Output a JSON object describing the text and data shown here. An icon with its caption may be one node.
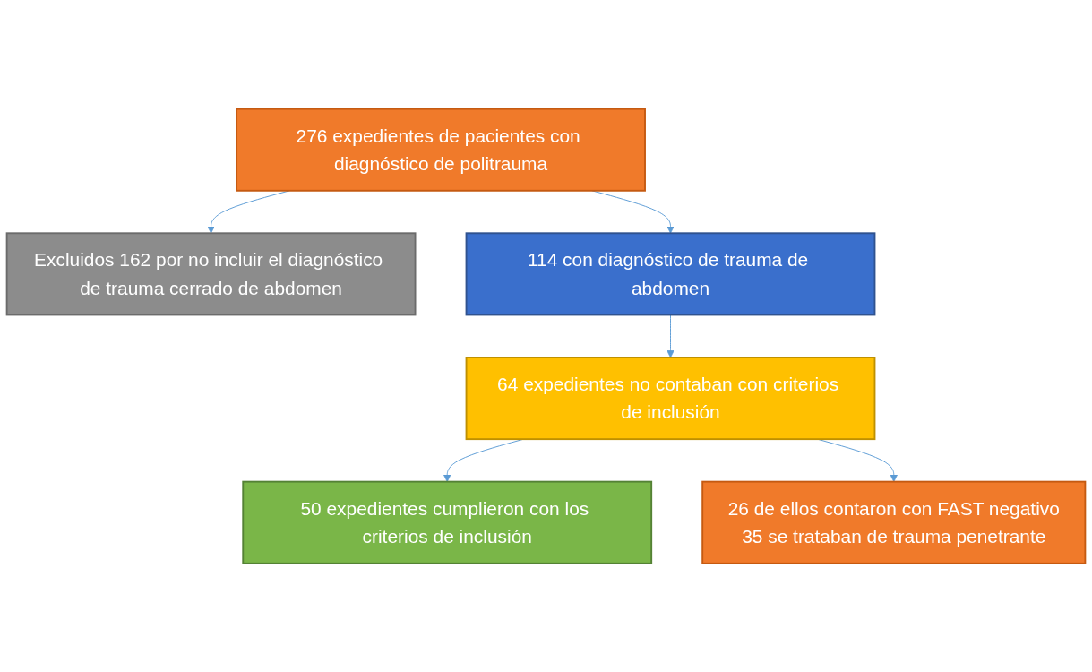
{
  "diagram": {
    "nodes": [
      {
        "text": [
          "276 expedientes de pacientes con diagnóstico de politrauma"
        ]
      },
      {
        "text": [
          "Excluidos 162 por no incluir el diagnóstico de trauma cerrado de abdomen"
        ]
      },
      {
        "text": [
          "114 con diagnóstico de trauma de abdomen"
        ]
      },
      {
        "text": [
          "64 expedientes no contaban con criterios de inclusión"
        ]
      },
      {
        "text": [
          "26 de ellos contaron con FAST negativo",
          "35 se trataban de trauma penetrante"
        ]
      },
      {
        "text": [
          "50 expedientes cumplieron con los criterios de inclusión"
        ]
      }
    ],
    "edges": [
      {
        "from": 0,
        "to": 2,
        "arrow": "to"
      },
      {
        "from": 0,
        "to": 1,
        "arrow": "to"
      },
      {
        "from": 2,
        "to": 3,
        "arrow": "to"
      },
      {
        "from": 3,
        "to": 5,
        "arrow": "to"
      },
      {
        "from": 3,
        "to": 4,
        "arrow": "to"
      }
    ]
  }
}
